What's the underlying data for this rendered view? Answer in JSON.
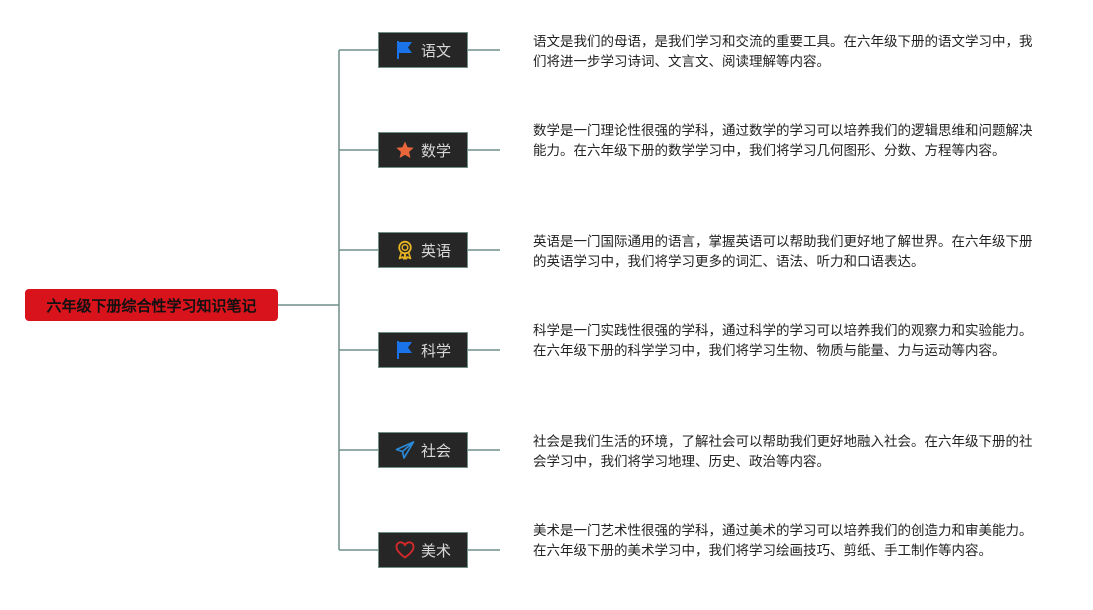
{
  "root": {
    "title": "六年级下册综合性学习知识笔记"
  },
  "colors": {
    "root_fill": "#d8131c",
    "branch_fill": "#262626",
    "connector": "#6f8f88"
  },
  "branches": [
    {
      "label": "语文",
      "icon": "flag-icon",
      "icon_color": "#1a73e8",
      "note": "语文是我们的母语，是我们学习和交流的重要工具。在六年级下册的语文学习中，我们将进一步学习诗词、文言文、阅读理解等内容。"
    },
    {
      "label": "数学",
      "icon": "star-icon",
      "icon_color": "#e8663a",
      "note": "数学是一门理论性很强的学科，通过数学的学习可以培养我们的逻辑思维和问题解决能力。在六年级下册的数学学习中，我们将学习几何图形、分数、方程等内容。"
    },
    {
      "label": "英语",
      "icon": "award-ribbon-icon",
      "icon_color": "#e8b422",
      "note": "英语是一门国际通用的语言，掌握英语可以帮助我们更好地了解世界。在六年级下册的英语学习中，我们将学习更多的词汇、语法、听力和口语表达。"
    },
    {
      "label": "科学",
      "icon": "flag-icon",
      "icon_color": "#1a73e8",
      "note": "科学是一门实践性很强的学科，通过科学的学习可以培养我们的观察力和实验能力。在六年级下册的科学学习中，我们将学习生物、物质与能量、力与运动等内容。"
    },
    {
      "label": "社会",
      "icon": "paper-plane-icon",
      "icon_color": "#2a8ad8",
      "note": "社会是我们生活的环境，了解社会可以帮助我们更好地融入社会。在六年级下册的社会学习中，我们将学习地理、历史、政治等内容。"
    },
    {
      "label": "美术",
      "icon": "heart-icon",
      "icon_color": "#d8292a",
      "note": "美术是一门艺术性很强的学科，通过美术的学习可以培养我们的创造力和审美能力。在六年级下册的美术学习中，我们将学习绘画技巧、剪纸、手工制作等内容。"
    }
  ]
}
